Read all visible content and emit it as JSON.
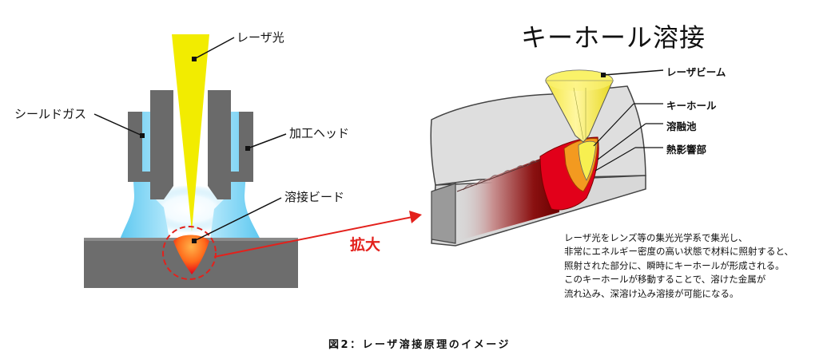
{
  "title": "キーホール溶接",
  "left_labels": {
    "laser_light": "レーザ光",
    "shield_gas": "シールドガス",
    "processing_head": "加工ヘッド",
    "weld_bead": "溶接ビード"
  },
  "zoom_label": "拡大",
  "right_labels": {
    "laser_beam": "レーザビーム",
    "keyhole": "キーホール",
    "molten_pool": "溶融池",
    "heat_affected_zone": "熱影響部"
  },
  "description": [
    "レーザ光をレンズ等の集光光学系で集光し、",
    "非常にエネルギー密度の高い状態で材料に照射すると、",
    "照射された部分に、瞬時にキーホールが形成される。",
    "このキーホールが移動することで、溶けた金属が",
    "流れ込み、深溶け込み溶接が可能になる。"
  ],
  "caption": "図2：レーザ溶接原理のイメージ",
  "colors": {
    "laser": "#f2ec00",
    "gas": "#8ed8f5",
    "nozzle": "#6a6a6a",
    "workpiece": "#6d6d6d",
    "bead": "#e35020",
    "zoom": "#e3211c",
    "molten": "#e2001a",
    "cone": "#f7ef50"
  }
}
